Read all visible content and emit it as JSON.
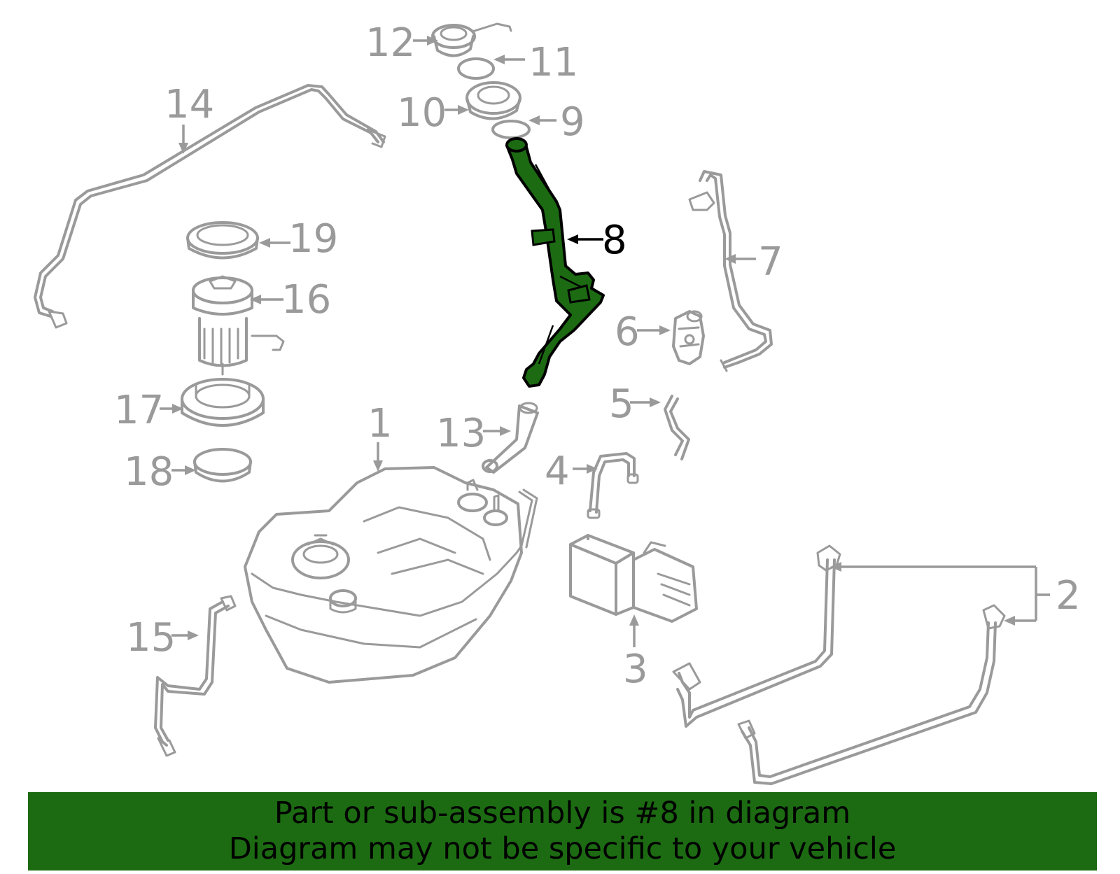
{
  "diagram": {
    "callouts": {
      "c1": "1",
      "c2": "2",
      "c3": "3",
      "c4": "4",
      "c5": "5",
      "c6": "6",
      "c7": "7",
      "c8": "8",
      "c9": "9",
      "c10": "10",
      "c11": "11",
      "c12": "12",
      "c13": "13",
      "c14": "14",
      "c15": "15",
      "c16": "16",
      "c17": "17",
      "c18": "18",
      "c19": "19"
    },
    "highlighted_part": "8",
    "colors": {
      "part_line": "#9a9a9a",
      "highlight_fill": "#1c6b12",
      "highlight_outline": "#000000",
      "banner_background": "#1c6b12"
    }
  },
  "banner": {
    "line1": "Part or sub-assembly is #8 in diagram",
    "line2": "Diagram may not be specific to your vehicle"
  }
}
